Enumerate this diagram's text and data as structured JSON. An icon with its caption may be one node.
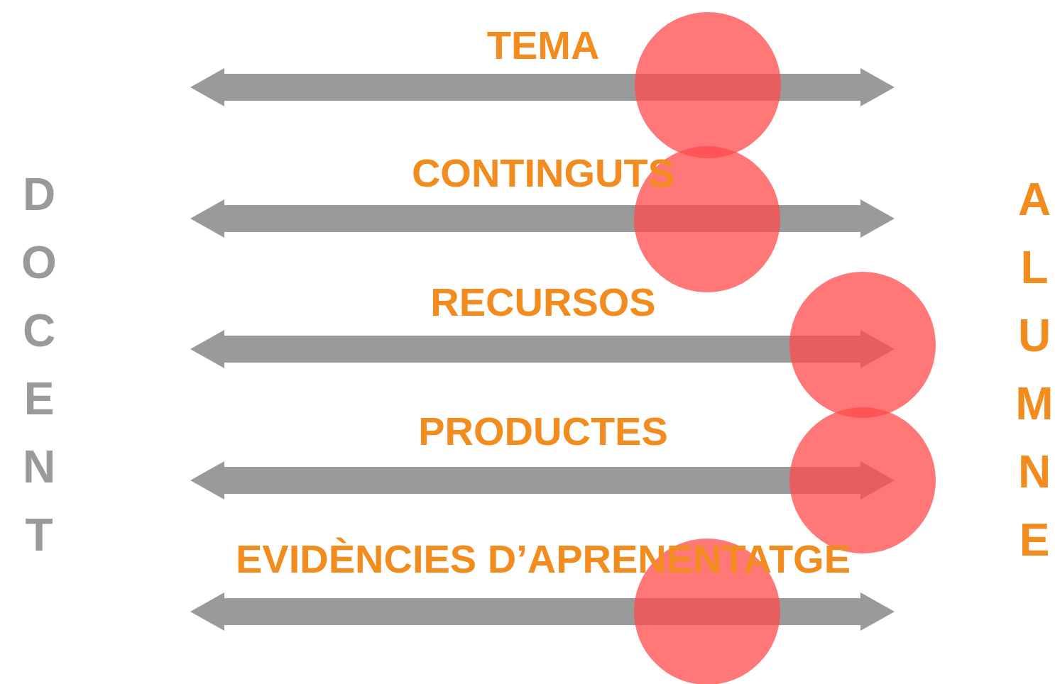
{
  "diagram": {
    "nodes": [
      {
        "text": [],
        "shape": "circle"
      },
      {
        "text": [],
        "shape": "circle"
      },
      {
        "text": [],
        "shape": "circle"
      },
      {
        "text": [],
        "shape": "circle"
      },
      {
        "text": [],
        "shape": "circle"
      }
    ],
    "labels": [
      "DOCENT",
      "TEMA",
      "CONTINGUTS",
      "RECURSOS",
      "PRODUCTES",
      "EVIDÈNCIES D’APRENENTATGE",
      "ALUMNE"
    ]
  }
}
